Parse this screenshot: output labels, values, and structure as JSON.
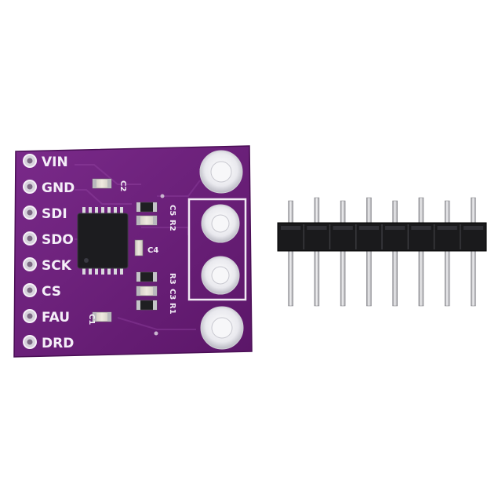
{
  "board": {
    "color": "#6a1f78",
    "pins": [
      {
        "label": "VIN"
      },
      {
        "label": "GND"
      },
      {
        "label": "SDI"
      },
      {
        "label": "SDO"
      },
      {
        "label": "SCK"
      },
      {
        "label": "CS"
      },
      {
        "label": "FAU"
      },
      {
        "label": "DRD"
      }
    ],
    "components": {
      "c2": "C2",
      "r2": "R2",
      "c5": "C5",
      "c4": "C4",
      "r3": "R3",
      "c3": "C3",
      "r1": "R1",
      "c1": "C1"
    }
  },
  "header": {
    "pin_count": 8
  }
}
